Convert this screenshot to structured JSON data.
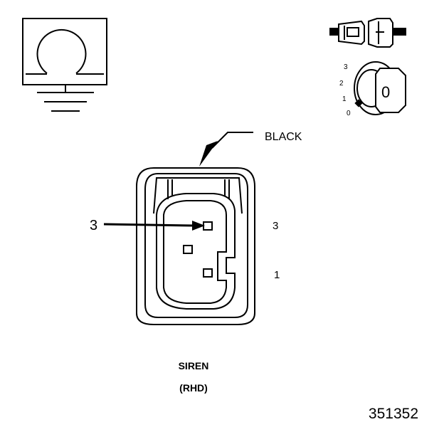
{
  "diagram": {
    "wire_color_label": "BLACK",
    "pin_callout": "3",
    "side_pin_labels": [
      "3",
      "1"
    ],
    "component_name": "SIREN",
    "component_variant": "(RHD)",
    "figure_number": "351352",
    "ignition_positions": [
      "3",
      "2",
      "1",
      "0"
    ],
    "ignition_key_label": "0"
  }
}
